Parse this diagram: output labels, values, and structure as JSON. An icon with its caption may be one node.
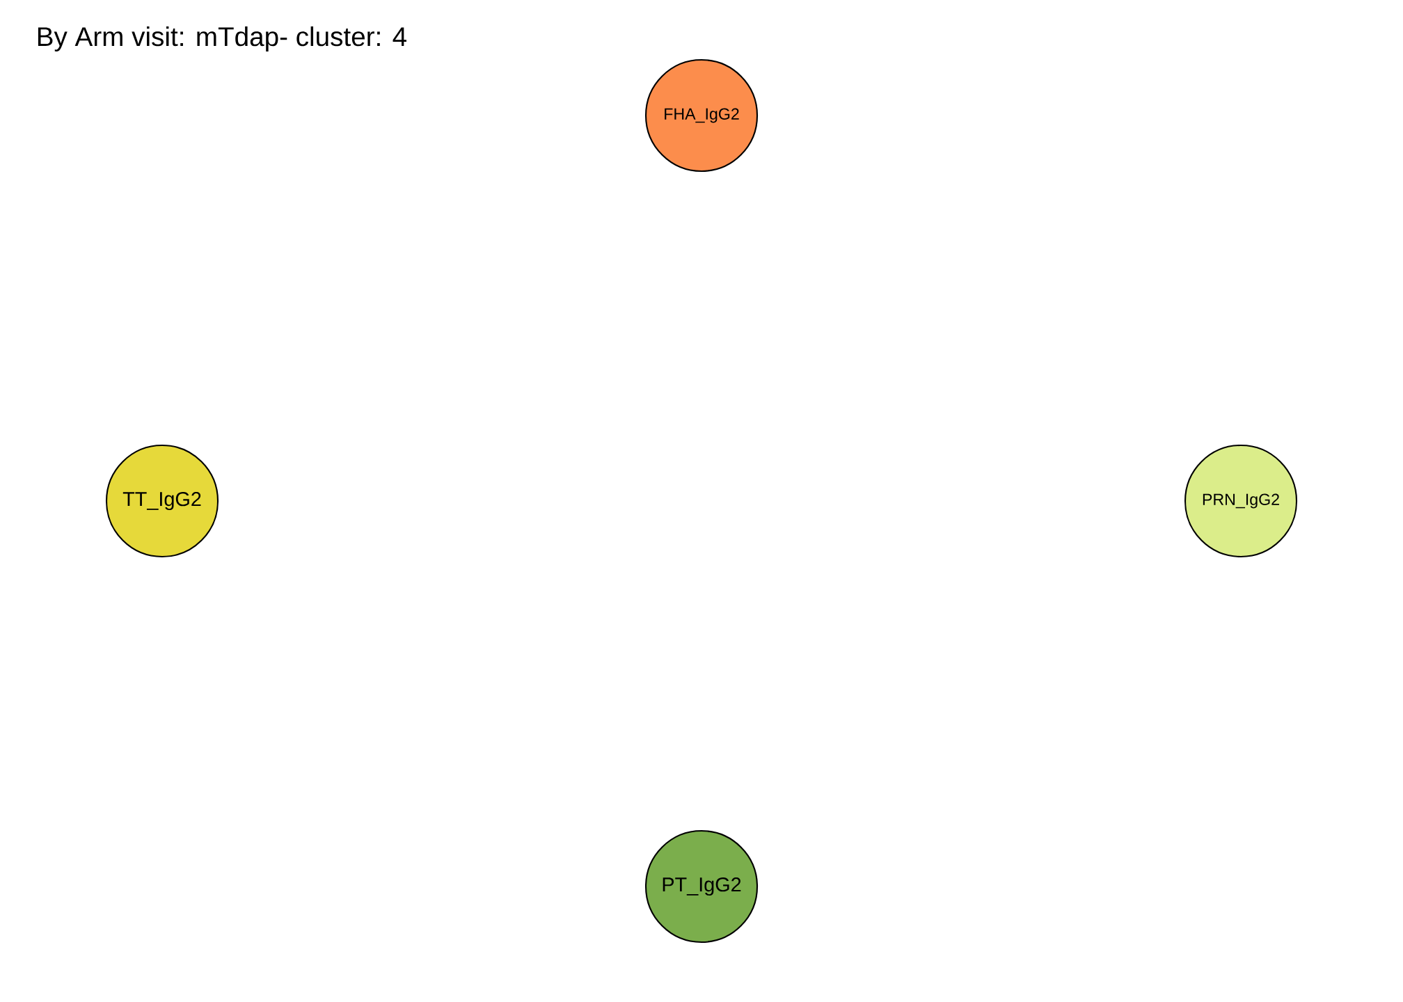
{
  "diagram": {
    "title": "By Arm visit: mTdap- cluster: 4",
    "nodes": [
      {
        "text": [
          "FHA_IgG2"
        ]
      },
      {
        "text": [
          "TT_IgG2"
        ]
      },
      {
        "text": [
          "PRN_IgG2"
        ]
      },
      {
        "text": [
          "PT_IgG2"
        ]
      }
    ],
    "edges": []
  }
}
